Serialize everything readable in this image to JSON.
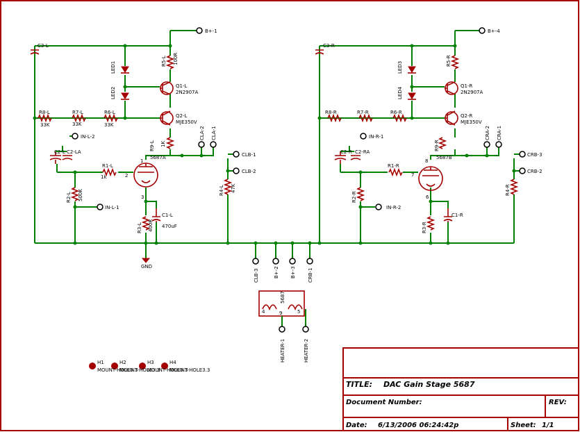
{
  "title_block": {
    "title_label": "TITLE:",
    "title_value": "DAC Gain Stage 5687",
    "docnum_label": "Document Number:",
    "rev_label": "REV:",
    "date_label": "Date:",
    "date_value": "6/13/2006 06:24:42p",
    "sheet_label": "Sheet:",
    "sheet_value": "1/1"
  },
  "left": {
    "c3": "C3-L",
    "led1": "LED1",
    "led2": "LED2",
    "r5": "R5-L",
    "r5v": "100R",
    "q1": "Q1-L",
    "q1v": "2N2907A",
    "q2": "Q2-L",
    "q2v": "MJE350V",
    "r8": "R8-L",
    "r8v": "33K",
    "r7": "R7-L",
    "r7v": "33K",
    "r6": "R6-L",
    "r6v": "33K",
    "r9": "R9-L",
    "r9v": "1K",
    "in2": "IN-L-2",
    "c2": "C2-LA",
    "c2b": "C2-L",
    "r1": "R1-L",
    "r1v": "1k",
    "tube": "5687A",
    "pin1": "1",
    "pin2": "2",
    "pin3": "3",
    "r2": "R2-L",
    "r2v": "500K",
    "in1": "IN-L-1",
    "r3": "R3-L",
    "r3v": "400R",
    "c1": "C1-L",
    "c1v": "470uF",
    "gnd": "GND",
    "cla2": "CLA-2",
    "cla1": "CLA-1",
    "clb1": "CLB-1",
    "clb2": "CLB-2",
    "r4": "R4-L",
    "r4v": "47K",
    "bplus": "B+-1"
  },
  "right": {
    "c3": "C3-R",
    "led3": "LED3",
    "led4": "LED4",
    "r5": "R5-R",
    "q1": "Q1-R",
    "q1v": "2N2907A",
    "q2": "Q2-R",
    "q2v": "MJE350V",
    "r8": "R8-R",
    "r7": "R7-R",
    "r6": "R6-R",
    "r9": "R9-R",
    "in1": "IN-R-1",
    "c2": "C2-RA",
    "c2b": "C2-R",
    "r1": "R1-R",
    "tube": "5687B",
    "pin6": "6",
    "pin7": "7",
    "pin8": "8",
    "r2": "R2-R",
    "in2": "IN-R-2",
    "r3": "R3-R",
    "c1": "C1-R",
    "cra2": "CRA-2",
    "cra1": "CRA-1",
    "crb3": "CRB-3",
    "crb2": "CRB-2",
    "r4": "R4-R",
    "bplus": "B+-4"
  },
  "bottom": {
    "clb3": "CLB-3",
    "b2": "B+-2",
    "b3": "B+-3",
    "crb1": "CRB-1",
    "heater_tube": "5687",
    "heater1": "HEATER-1",
    "heater2": "HEATER-2",
    "p4": "4",
    "p5": "5",
    "p9": "9"
  },
  "holes": {
    "h1": "H1",
    "h2": "H2",
    "h3": "H3",
    "h4": "H4",
    "text": "MOUNT-HOLE3.3"
  },
  "colors": {
    "wire": "#008000",
    "symbol": "#a40000",
    "text": "#000000"
  }
}
